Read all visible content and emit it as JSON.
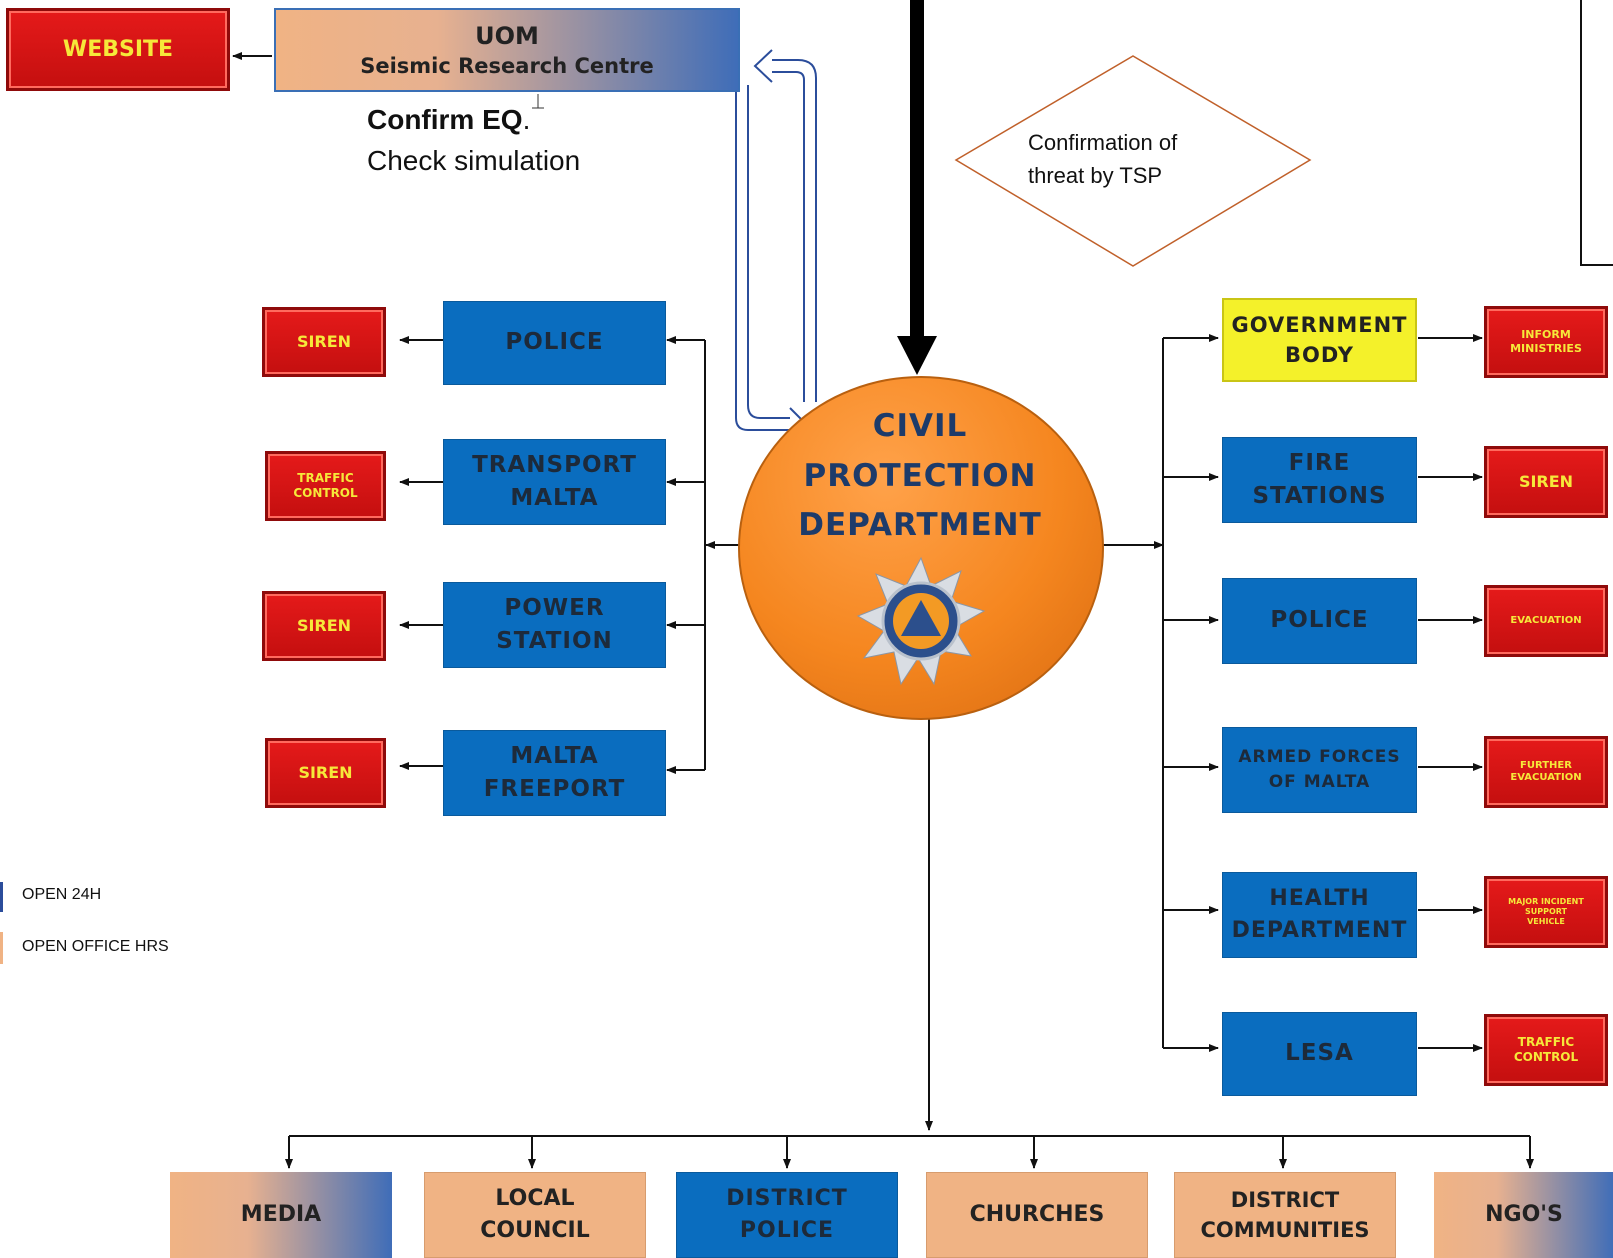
{
  "uom": {
    "line1": "UOM",
    "line2": "Seismic Research Centre"
  },
  "website": "WEBSITE",
  "confirm": {
    "bold": "Confirm EQ",
    "suffix": ".",
    "line2": "Check simulation"
  },
  "diamond_text": "Confirmation of\nthreat by TSP",
  "cpd": {
    "line1": "CIVIL",
    "line2": "PROTECTION",
    "line3": "DEPARTMENT"
  },
  "left_boxes": [
    {
      "label": "POLICE",
      "action": "SIREN"
    },
    {
      "label": "TRANSPORT\nMALTA",
      "action": "TRAFFIC\nCONTROL"
    },
    {
      "label": "POWER\nSTATION",
      "action": "SIREN"
    },
    {
      "label": "MALTA\nFREEPORT",
      "action": "SIREN"
    }
  ],
  "right_boxes": [
    {
      "label": "GOVERNMENT\nBODY",
      "action": "INFORM\nMINISTRIES"
    },
    {
      "label": "FIRE\nSTATIONS",
      "action": "SIREN"
    },
    {
      "label": "POLICE",
      "action": "EVACUATION"
    },
    {
      "label": "ARMED FORCES\nOF MALTA",
      "action": "FURTHER\nEVACUATION"
    },
    {
      "label": "HEALTH\nDEPARTMENT",
      "action": "MAJOR INCIDENT\nSUPPORT\nVEHICLE"
    },
    {
      "label": "LESA",
      "action": "TRAFFIC\nCONTROL"
    }
  ],
  "bottom_boxes": [
    "MEDIA",
    "LOCAL\nCOUNCIL",
    "DISTRICT\nPOLICE",
    "CHURCHES",
    "DISTRICT\nCOMMUNITIES",
    "NGO'S"
  ],
  "legend": {
    "open24": "OPEN 24H",
    "office": "OPEN OFFICE HRS"
  },
  "colors": {
    "blue": "#0a6dbf",
    "red": "#d81414",
    "peach": "#f0b384",
    "orange": "#f5861f",
    "yellow": "#f4f12a",
    "diamond": "#c0602a"
  }
}
